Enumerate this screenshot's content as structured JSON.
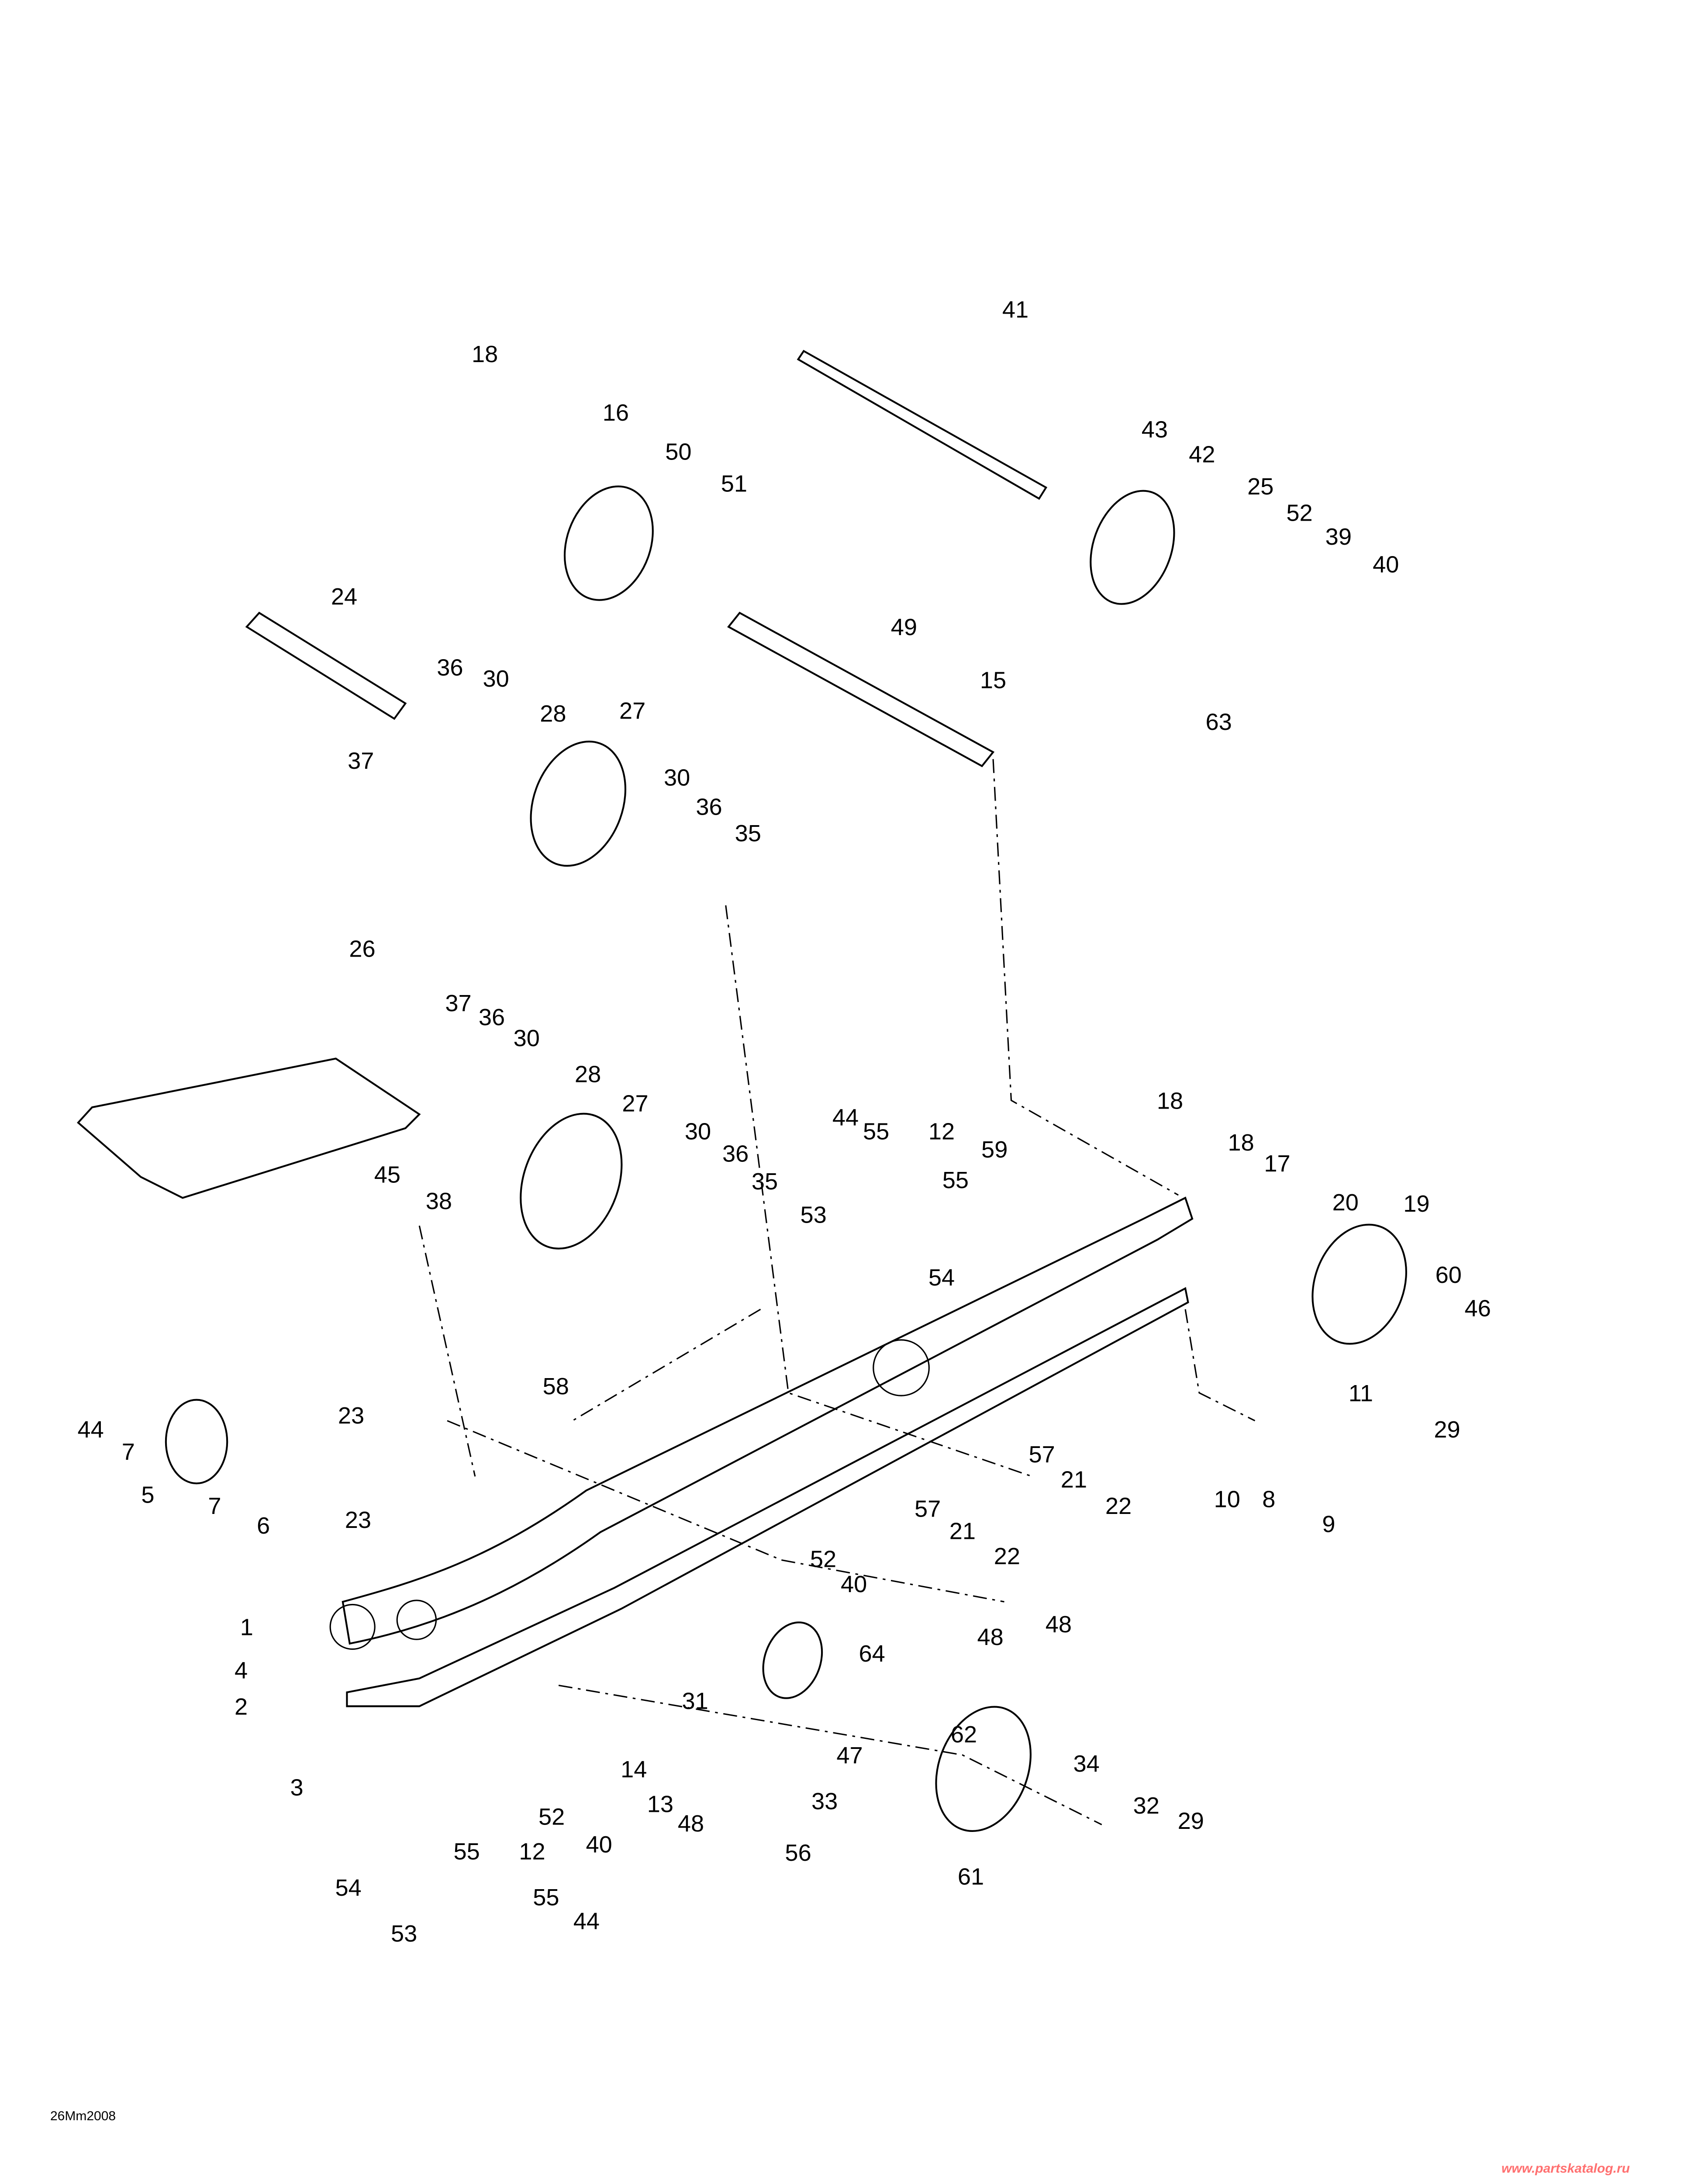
{
  "diagram_code": "26Mm2008",
  "watermark": "www.partskatalog.ru",
  "callouts": [
    "18",
    "16",
    "50",
    "51",
    "41",
    "43",
    "42",
    "25",
    "52",
    "39",
    "40",
    "63",
    "24",
    "49",
    "15",
    "36",
    "30",
    "37",
    "28",
    "27",
    "30",
    "36",
    "35",
    "26",
    "37",
    "36",
    "30",
    "28",
    "27",
    "30",
    "36",
    "35",
    "45",
    "38",
    "44",
    "55",
    "12",
    "55",
    "53",
    "54",
    "59",
    "18",
    "18",
    "17",
    "20",
    "19",
    "60",
    "46",
    "29",
    "11",
    "10",
    "8",
    "9",
    "44",
    "7",
    "5",
    "7",
    "6",
    "23",
    "58",
    "23",
    "57",
    "21",
    "22",
    "57",
    "21",
    "22",
    "48",
    "48",
    "52",
    "40",
    "64",
    "31",
    "1",
    "4",
    "2",
    "3",
    "47",
    "62",
    "34",
    "14",
    "13",
    "48",
    "33",
    "56",
    "52",
    "40",
    "32",
    "29",
    "61",
    "55",
    "12",
    "54",
    "55",
    "44",
    "53"
  ]
}
